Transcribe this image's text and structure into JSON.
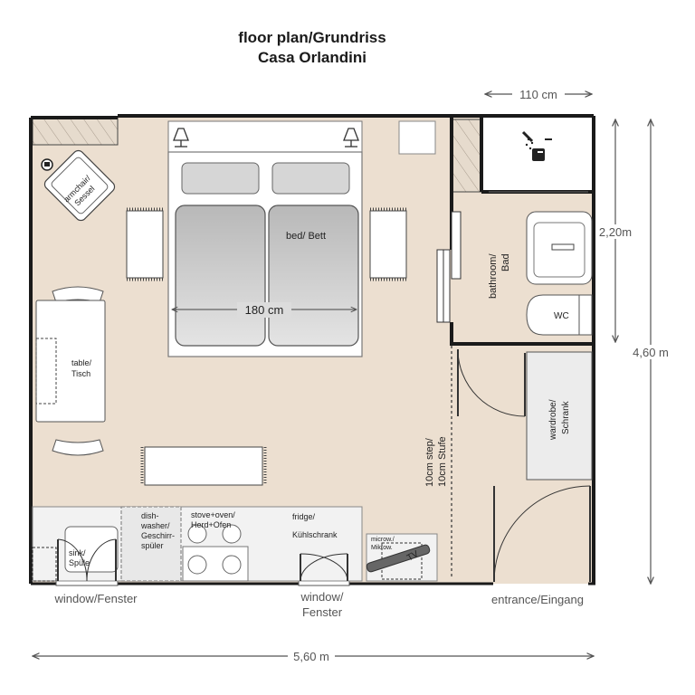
{
  "header": {
    "title_line1": "floor plan/Grundriss",
    "title_line2": "Casa Orlandini"
  },
  "dimensions": {
    "top": "110 cm",
    "bathroom_height": "2,20m",
    "total_height": "4,60 m",
    "total_width": "5,60 m",
    "bed_width": "180 cm"
  },
  "labels": {
    "armchair_1": "armchair/",
    "armchair_2": "Sessel",
    "bed": "bed/ Bett",
    "table_1": "table/",
    "table_2": "Tisch",
    "bathroom_1": "bathroom/",
    "bathroom_2": "Bad",
    "wc": "WC",
    "wardrobe_1": "wardrobe/",
    "wardrobe_2": "Schrank",
    "step_1": "10cm step/",
    "step_2": "10cm Stufe",
    "dishwasher_1": "dish-",
    "dishwasher_2": "washer/",
    "dishwasher_3": "Geschirr-",
    "dishwasher_4": "spüler",
    "stove_1": "stove+oven/",
    "stove_2": "Herd+Ofen",
    "fridge_1": "fridge/",
    "fridge_2": "Kühlschrank",
    "micro_1": "microw./",
    "micro_2": "Mikrow.",
    "tv": "TV",
    "sink_1": "sink/",
    "sink_2": "Spüle",
    "window1": "window/Fenster",
    "window2_1": "window/",
    "window2_2": "Fenster",
    "entrance": "entrance/Eingang"
  },
  "colors": {
    "floor": "#ecdfd0",
    "wall": "#1a1a1a",
    "furniture": "#ffffff",
    "mattress": "#c6c6c6",
    "hatch": "#e8dccf"
  },
  "icons": [
    "lamp-icon",
    "shower-icon",
    "tv-icon",
    "armchair-icon"
  ]
}
